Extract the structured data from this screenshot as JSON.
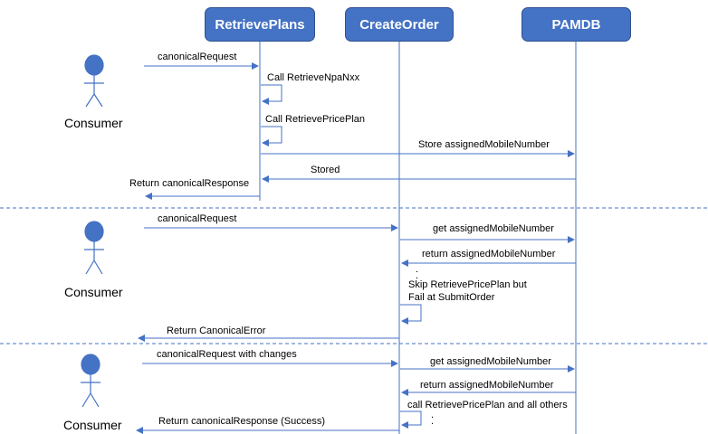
{
  "participants": {
    "retrieve_plans": "RetrievePlans",
    "create_order": "CreateOrder",
    "pamdb": "PAMDB"
  },
  "actor_label": "Consumer",
  "scenario1": {
    "request": "canonicalRequest",
    "self1": "Call RetrieveNpaNxx",
    "self2": "Call RetrievePricePlan",
    "store": "Store assignedMobileNumber",
    "stored": "Stored",
    "response": "Return canonicalResponse"
  },
  "scenario2": {
    "request": "canonicalRequest",
    "get": "get assignedMobileNumber",
    "return": "return assignedMobileNumber",
    "skip_line1": "Skip RetrievePricePlan but",
    "skip_line2": "Fail at SubmitOrder",
    "error": "Return CanonicalError"
  },
  "scenario3": {
    "request": "canonicalRequest with changes",
    "get": "get assignedMobileNumber",
    "return": "return assignedMobileNumber",
    "call_all": "call RetrievePricePlan and all others",
    "response": "Return canonicalResponse (Success)"
  },
  "colors": {
    "box_fill": "#4472c4",
    "line": "#4472c4",
    "actor_fill": "#4472c4"
  }
}
